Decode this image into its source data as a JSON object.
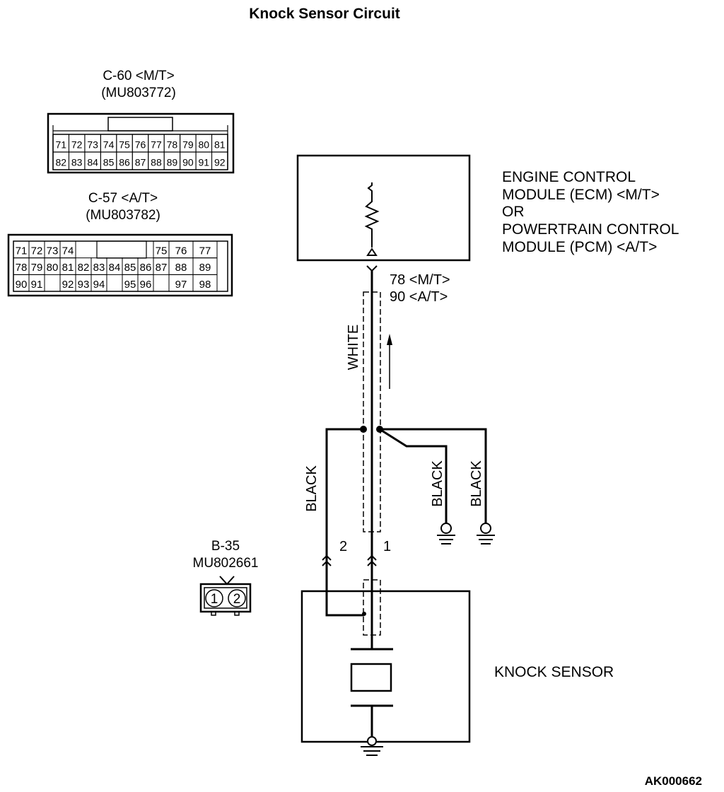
{
  "title": "Knock Sensor Circuit",
  "figure_id": "AK000662",
  "connector_c60": {
    "name": "C-60 <M/T>",
    "part": "(MU803772)",
    "row1": [
      "71",
      "72",
      "73",
      "74",
      "75",
      "76",
      "77",
      "78",
      "79",
      "80",
      "81"
    ],
    "row2": [
      "82",
      "83",
      "84",
      "85",
      "86",
      "87",
      "88",
      "89",
      "90",
      "91",
      "92"
    ]
  },
  "connector_c57": {
    "name": "C-57 <A/T>",
    "part": "(MU803782)",
    "row1": [
      "71",
      "72",
      "73",
      "74",
      "",
      "",
      "",
      "",
      "",
      "75",
      "76",
      "77"
    ],
    "row2": [
      "78",
      "79",
      "80",
      "81",
      "82",
      "83",
      "84",
      "85",
      "86",
      "87",
      "88",
      "89"
    ],
    "row3": [
      "90",
      "91",
      "",
      "92",
      "93",
      "94",
      "",
      "95",
      "96",
      "",
      "97",
      "98"
    ]
  },
  "connector_b35": {
    "name": "B-35",
    "part": "MU802661",
    "pins": [
      "1",
      "2"
    ]
  },
  "ecm": {
    "lines": [
      "ENGINE CONTROL",
      "MODULE (ECM) <M/T>",
      "OR",
      "POWERTRAIN CONTROL",
      "MODULE (PCM) <A/T>"
    ]
  },
  "terminals": {
    "ecm_terminal_mt": "78 <M/T>",
    "ecm_terminal_at": "90 <A/T>",
    "sensor_pin_1": "1",
    "sensor_pin_2": "2"
  },
  "wires": {
    "signal": "WHITE",
    "shield": "BLACK",
    "ground_1": "BLACK",
    "ground_2": "BLACK"
  },
  "sensor": {
    "label": "KNOCK SENSOR"
  }
}
